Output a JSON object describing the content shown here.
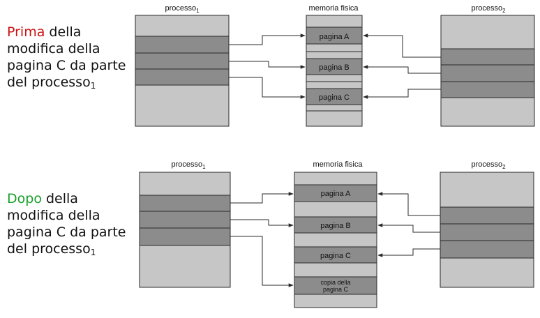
{
  "colors": {
    "light": "#c6c6c6",
    "dark": "#8c8c8c",
    "stroke": "#2a2a2a",
    "red": "#cc1111",
    "green": "#18a02a"
  },
  "top": {
    "caption": {
      "keyword": "Prima",
      "line1_rest": " della",
      "line2": "modifica della",
      "line3": "pagina C da parte",
      "line4": "del processo",
      "line4_sub": "1"
    },
    "labels": {
      "p1": "processo",
      "p1_sub": "1",
      "mem": "memoria fisica",
      "p2": "processo",
      "p2_sub": "2"
    },
    "pages": [
      "pagina A",
      "pagina B",
      "pagina C"
    ]
  },
  "bottom": {
    "caption": {
      "keyword": "Dopo",
      "line1_rest": " della",
      "line2": "modifica della",
      "line3": "pagina C da parte",
      "line4": "del processo",
      "line4_sub": "1"
    },
    "labels": {
      "p1": "processo",
      "p1_sub": "1",
      "mem": "memoria fisica",
      "p2": "processo",
      "p2_sub": "2"
    },
    "pages": [
      "pagina A",
      "pagina B",
      "pagina C"
    ],
    "copy_line1": "copia della",
    "copy_line2": "pagina C"
  }
}
